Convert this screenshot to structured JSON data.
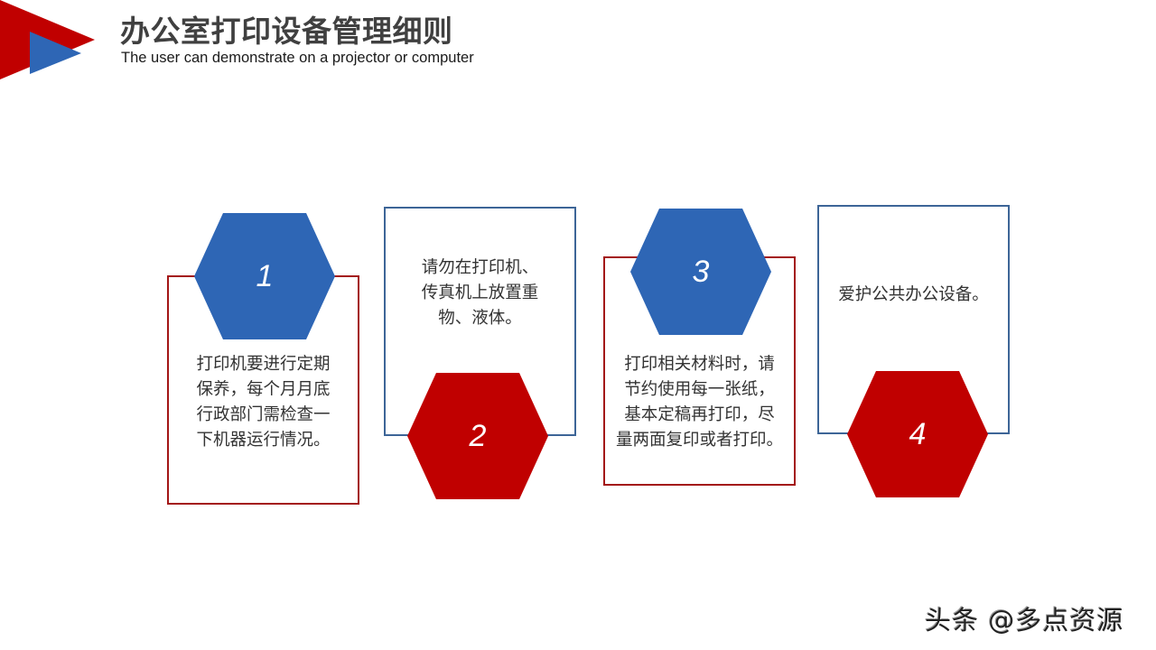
{
  "header": {
    "title": "办公室打印设备管理细则",
    "subtitle": "The user can demonstrate on a projector or computer",
    "logo_icon": "red-blue-triangle-arrow-icon"
  },
  "colors": {
    "blue_fill": "#2E66B5",
    "red_fill": "#C00000",
    "red_border": "#A31616",
    "blue_border": "#3D6597",
    "title_text": "#404040",
    "body_text": "#333333"
  },
  "steps": [
    {
      "number": "1",
      "hex_color": "blue",
      "box_border": "red",
      "text": "打印机要进行定期\n保养，每个月月底\n行政部门需检查一\n下机器运行情况。"
    },
    {
      "number": "2",
      "hex_color": "red",
      "box_border": "blue",
      "text": "请勿在打印机、\n传真机上放置重\n物、液体。"
    },
    {
      "number": "3",
      "hex_color": "blue",
      "box_border": "red",
      "text": "打印相关材料时，请\n节约使用每一张纸，\n基本定稿再打印，尽\n量两面复印或者打印。"
    },
    {
      "number": "4",
      "hex_color": "red",
      "box_border": "blue",
      "text": "爱护公共办公设备。"
    }
  ],
  "watermark": "头条 @多点资源"
}
